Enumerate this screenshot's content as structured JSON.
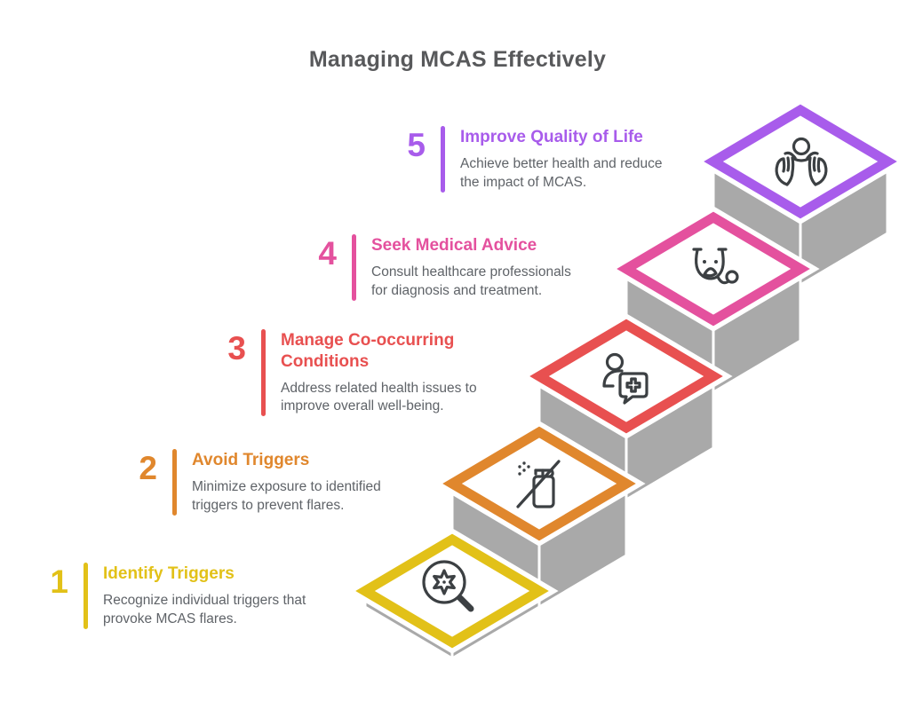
{
  "title": "Managing MCAS Effectively",
  "steps": [
    {
      "number": "1",
      "heading": "Identify Triggers",
      "description": "Recognize individual triggers that provoke MCAS flares.",
      "color": "#E2C118",
      "icon": "magnifier-allergen-icon"
    },
    {
      "number": "2",
      "heading": "Avoid Triggers",
      "description": "Minimize exposure to identified triggers to prevent flares.",
      "color": "#E0872D",
      "icon": "no-spray-icon"
    },
    {
      "number": "3",
      "heading": "Manage Co-occurring Conditions",
      "description": "Address related health issues to improve overall well-being.",
      "color": "#E85050",
      "icon": "person-medical-chat-icon"
    },
    {
      "number": "4",
      "heading": "Seek Medical Advice",
      "description": "Consult healthcare professionals for diagnosis and treatment.",
      "color": "#E4519E",
      "icon": "stethoscope-face-icon"
    },
    {
      "number": "5",
      "heading": "Improve Quality of Life",
      "description": "Achieve better health and reduce the impact of MCAS.",
      "color": "#A85CEB",
      "icon": "caring-hands-icon"
    }
  ],
  "staircase": {
    "face_color": "#A9A9A9",
    "icon_stroke_color": "#3C4043",
    "direction": "ascending bottom-left to top-right"
  }
}
